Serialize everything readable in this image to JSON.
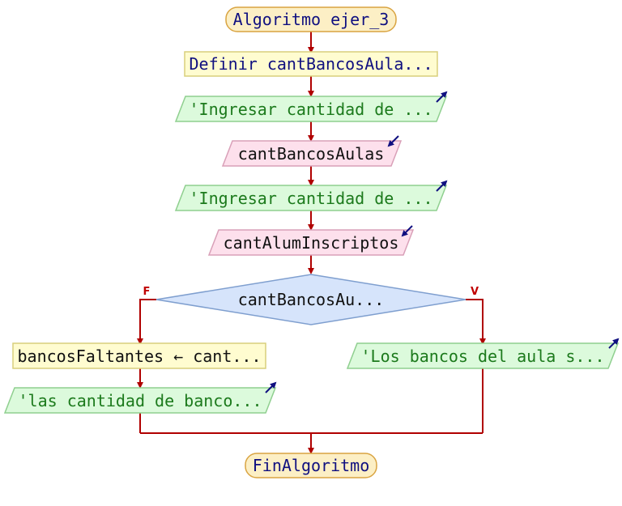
{
  "flowchart": {
    "start_label": "Algoritmo ejer_3",
    "define_label": "Definir cantBancosAula...",
    "output1_label": "'Ingresar cantidad de ...",
    "input1_label": "cantBancosAulas",
    "output2_label": "'Ingresar cantidad de ...",
    "input2_label": "cantAlumInscriptos",
    "decision_label": "cantBancosAu...",
    "false_branch_label": "F",
    "true_branch_label": "V",
    "assign_label": "bancosFaltantes ← cant...",
    "output_false_label": "'las cantidad de banco...",
    "output_true_label": "'Los bancos del aula s...",
    "end_label": "FinAlgoritmo"
  },
  "colors": {
    "flow_line": "#b00000",
    "terminal_fill": "#fcefc5",
    "terminal_stroke": "#d9a441",
    "process_fill": "#fffcd0",
    "process_stroke": "#d8cf7c",
    "output_fill": "#dcfadc",
    "output_stroke": "#8fcf8f",
    "input_fill": "#fde0ec",
    "input_stroke": "#d9a0b8",
    "decision_fill": "#d6e4fb",
    "decision_stroke": "#7f9fcf",
    "keyword_text": "#101080",
    "string_text": "#1c7a1c",
    "plain_text": "#111111",
    "branch_label": "#c00000",
    "io_arrow": "#101080"
  }
}
